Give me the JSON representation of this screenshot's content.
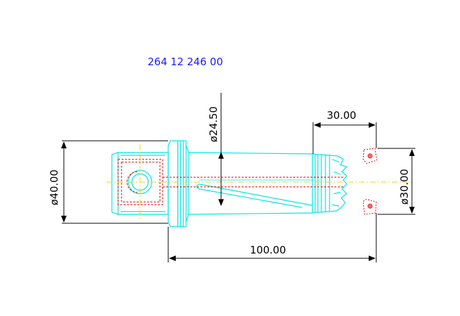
{
  "drawing": {
    "part_number": "264 12 246 00",
    "dimensions": {
      "shank_diameter": "ø40.00",
      "drill_diameter": "ø24.50",
      "length": "100.00",
      "insert_spacing": "30.00",
      "cut_diameter": "ø30.00"
    },
    "colors": {
      "outline": "#00e5e5",
      "centerline": "#ffd200",
      "hidden": "#e00000",
      "insert": "#e00000",
      "dimension": "#000000",
      "label": "#1a1aff"
    }
  }
}
